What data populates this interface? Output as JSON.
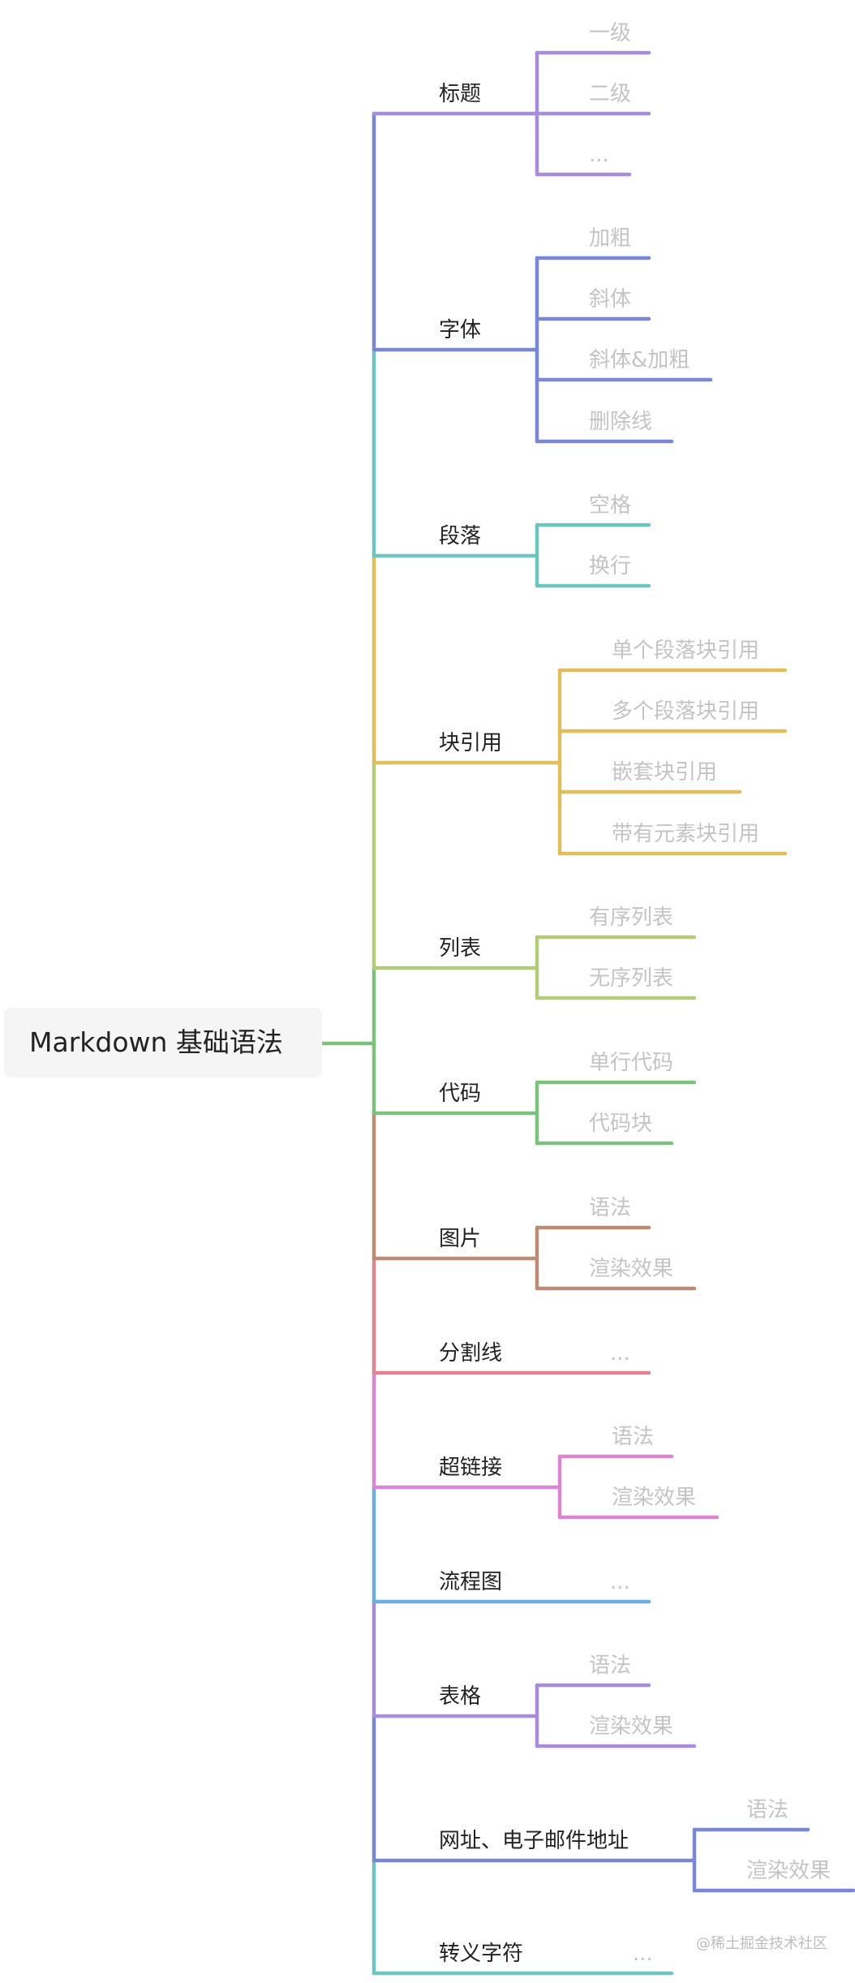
{
  "root": {
    "label": "Markdown 基础语法",
    "color": "#7cc17e"
  },
  "branches": [
    {
      "label": "标题",
      "color": "#a98bdb",
      "leaves": [
        "一级",
        "二级",
        "..."
      ]
    },
    {
      "label": "字体",
      "color": "#7a86d6",
      "leaves": [
        "加粗",
        "斜体",
        "斜体&加粗",
        "删除线"
      ]
    },
    {
      "label": "段落",
      "color": "#6cc5c0",
      "leaves": [
        "空格",
        "换行"
      ]
    },
    {
      "label": "块引用",
      "color": "#e0bd5d",
      "leaves": [
        "单个段落块引用",
        "多个段落块引用",
        "嵌套块引用",
        "带有元素块引用"
      ]
    },
    {
      "label": "列表",
      "color": "#b4cb78",
      "leaves": [
        "有序列表",
        "无序列表"
      ]
    },
    {
      "label": "代码",
      "color": "#7cc17e",
      "leaves": [
        "单行代码",
        "代码块"
      ]
    },
    {
      "label": "图片",
      "color": "#bb8b76",
      "leaves": [
        "语法",
        "渲染效果"
      ]
    },
    {
      "label": "分割线",
      "color": "#e08590",
      "leaves": [
        "..."
      ]
    },
    {
      "label": "超链接",
      "color": "#dc86d2",
      "leaves": [
        "语法",
        "渲染效果"
      ]
    },
    {
      "label": "流程图",
      "color": "#6aafe0",
      "leaves": [
        "..."
      ]
    },
    {
      "label": "表格",
      "color": "#a98bdb",
      "leaves": [
        "语法",
        "渲染效果"
      ]
    },
    {
      "label": "网址、电子邮件地址",
      "color": "#7a86d6",
      "leaves": [
        "语法",
        "渲染效果"
      ]
    },
    {
      "label": "转义字符",
      "color": "#6cc5c0",
      "leaves": [
        "..."
      ]
    }
  ],
  "watermark": "@稀土掘金技术社区"
}
